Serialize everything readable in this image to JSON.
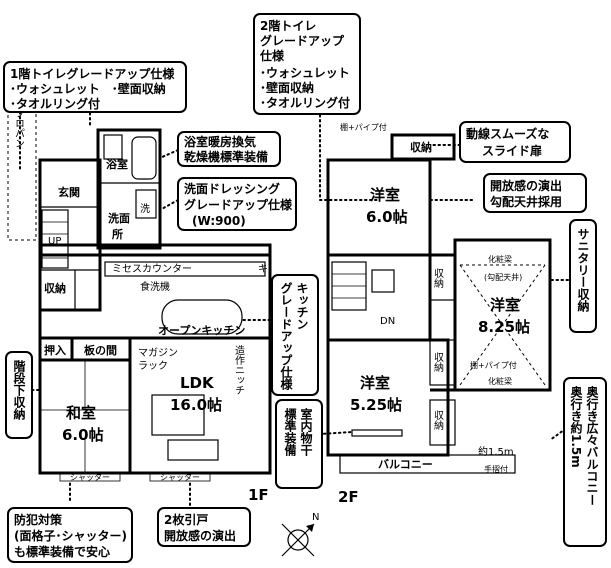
{
  "floor1": {
    "label": "1F",
    "rooms": {
      "entrance": "玄関",
      "bath": "浴室",
      "washroom_1": "洗面",
      "washroom_2": "所",
      "storage": "収納",
      "oshi": "押入",
      "tokonoma": "板の間",
      "washitsu": "和室",
      "washitsu_size": "6.0帖",
      "ldk": "LDK",
      "ldk_size": "16.0帖",
      "up": "UP"
    },
    "labels": {
      "misesu": "ミセスカウンター",
      "dishwasher": "食洗機",
      "openkitchen": "オープンキッチン",
      "magazine_1": "マガジン",
      "magazine_2": "ラック",
      "niche": "造作ニッチ",
      "shutter_1": "シャッター",
      "shutter_2": "シャッター",
      "propane": "プロパン",
      "sink_cab": "洗",
      "kitchen_wall": "キ"
    }
  },
  "floor2": {
    "label": "2F",
    "rooms": {
      "youshitsu_a": "洋室",
      "youshitsu_a_size": "6.0帖",
      "youshitsu_b": "洋室",
      "youshitsu_b_size": "5.25帖",
      "youshitsu_c": "洋室",
      "youshitsu_c_size": "8.25帖",
      "storage_top": "収納",
      "storage_1": "収納",
      "storage_2": "収納",
      "storage_3": "収納",
      "dn": "DN",
      "balcony": "バルコニー"
    },
    "labels": {
      "pipe_1": "棚+パイプ付",
      "pipe_2": "棚+パイプ付",
      "beam_1": "化粧梁",
      "beam_2": "化粧梁",
      "ceiling": "(勾配天井)",
      "depth": "約1.5m",
      "handrail": "手摺付"
    }
  },
  "callouts": {
    "toilet1": {
      "line1": "1階トイレグレードアップ仕様",
      "line2": "･ウォシュレット　･壁面収納",
      "line3": "･タオルリング付"
    },
    "toilet2": {
      "line1": "2階トイレ",
      "line2": "グレードアップ",
      "line3": "仕様",
      "line4": "･ウォシュレット",
      "line5": "･壁面収納",
      "line6": "･タオルリング付"
    },
    "bath": {
      "line1": "浴室暖房換気",
      "line2": "乾燥機標準装備"
    },
    "washroom": {
      "line1": "洗面ドレッシング",
      "line2": "グレードアップ仕様",
      "line3": "(W:900)"
    },
    "door": {
      "line1": "動線スムーズな",
      "line2": "スライド扉"
    },
    "ceiling": {
      "line1": "開放感の演出",
      "line2": "勾配天井採用"
    },
    "sanitary": {
      "text": "サニタリー収納"
    },
    "kitchen": {
      "line1": "キッチン",
      "line2": "グレードアップ仕様"
    },
    "stairs": {
      "text": "階段下収納"
    },
    "laundry": {
      "line1": "室内物干",
      "line2": "標準装備"
    },
    "balcony": {
      "line1": "奥行き広々バルコニー",
      "line2": "奥行き約1.5m"
    },
    "security": {
      "line1": "防犯対策",
      "line2": "(面格子･シャッター)",
      "line3": "も標準装備で安心"
    },
    "sliding": {
      "line1": "2枚引戸",
      "line2": "開放感の演出"
    }
  },
  "compass": {
    "north": "N"
  }
}
